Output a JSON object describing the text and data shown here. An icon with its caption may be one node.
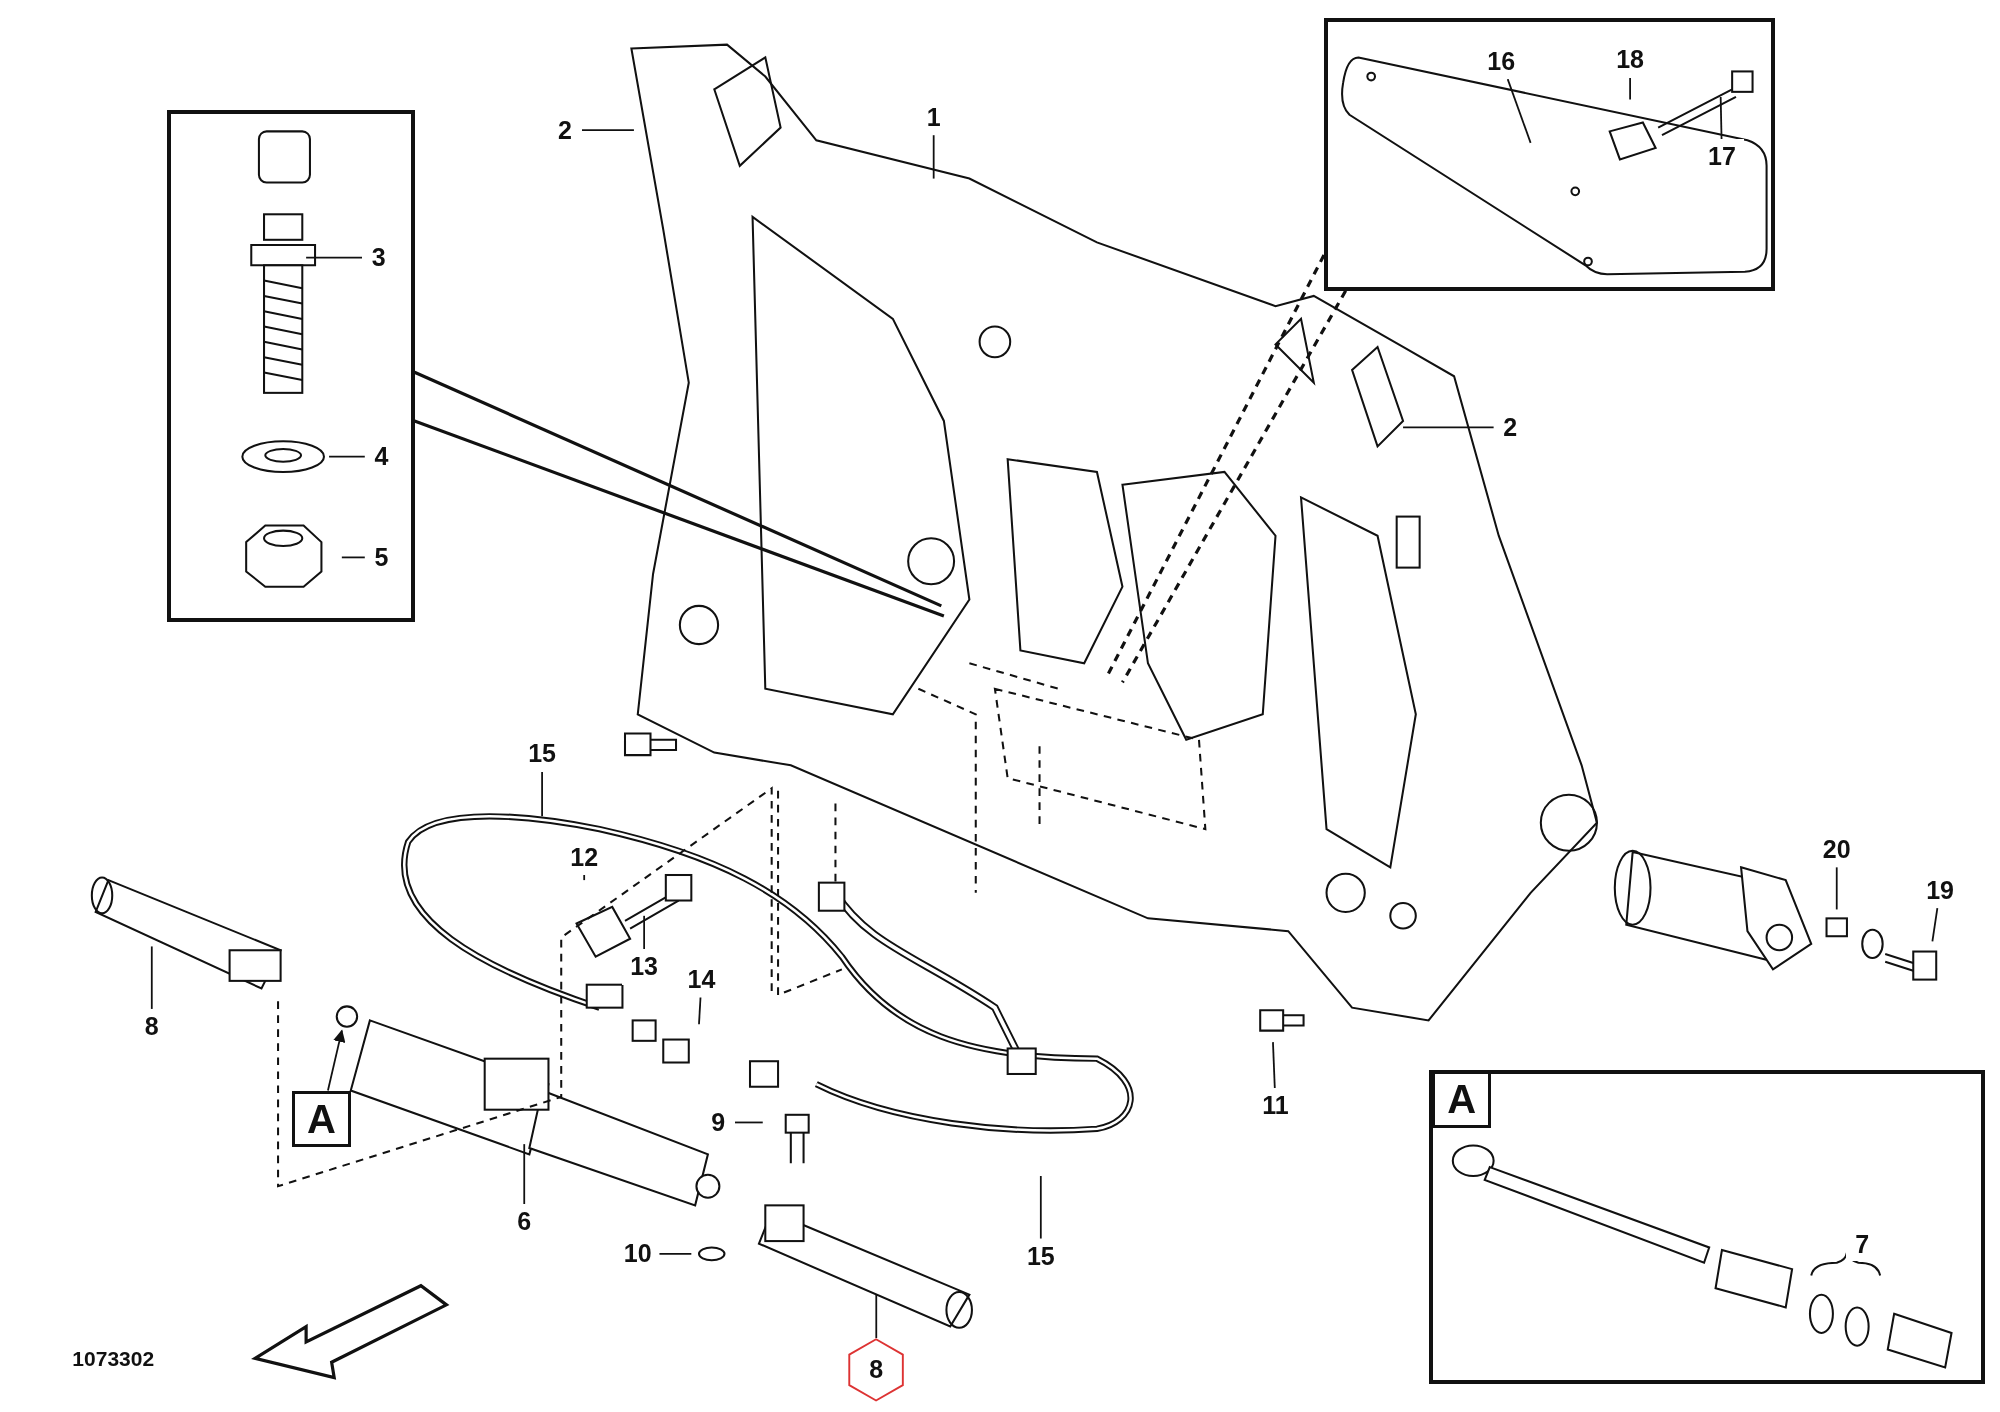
{
  "diagram": {
    "nodes": [
      {
        "text": [],
        "shape": "box"
      },
      {
        "text": [
          "3"
        ],
        "in": 0
      },
      {
        "text": [
          "4"
        ],
        "in": 0
      },
      {
        "text": [
          "5"
        ],
        "in": 0
      },
      {
        "text": [],
        "shape": "box"
      },
      {
        "text": [
          "16"
        ],
        "in": 4
      },
      {
        "text": [
          "18"
        ],
        "in": 4
      },
      {
        "text": [
          "17"
        ],
        "in": 4
      },
      {
        "text": [
          "2"
        ]
      },
      {
        "text": [
          "1"
        ]
      },
      {
        "text": [
          "2"
        ]
      },
      {
        "text": [
          "15"
        ]
      },
      {
        "text": [
          "12"
        ]
      },
      {
        "text": [
          "20"
        ]
      },
      {
        "text": [
          "19"
        ]
      },
      {
        "text": [
          "13"
        ]
      },
      {
        "text": [
          "14"
        ]
      },
      {
        "text": [
          "8"
        ]
      },
      {
        "text": [
          "A"
        ]
      },
      {
        "text": [
          "9"
        ]
      },
      {
        "text": [
          "11"
        ]
      },
      {
        "text": [
          "6"
        ]
      },
      {
        "text": [
          "10"
        ]
      },
      {
        "text": [
          "15"
        ]
      },
      {
        "text": [],
        "shape": "box"
      },
      {
        "text": [
          "A"
        ],
        "in": 24
      },
      {
        "text": [
          "7"
        ],
        "in": 24
      },
      {
        "text": [
          "8"
        ]
      }
    ],
    "edges": [
      {
        "from": 0,
        "to": null,
        "arrow": "none"
      },
      {
        "from": 0,
        "to": null,
        "arrow": "none"
      },
      {
        "from": 1,
        "to": null,
        "arrow": "none"
      },
      {
        "from": 2,
        "to": null,
        "arrow": "none"
      },
      {
        "from": 3,
        "to": null,
        "arrow": "none"
      },
      {
        "from": 4,
        "to": null,
        "arrow": "none",
        "style": "dashed"
      },
      {
        "from": 4,
        "to": null,
        "arrow": "none",
        "style": "dashed"
      },
      {
        "from": 5,
        "to": null,
        "arrow": "none"
      },
      {
        "from": 6,
        "to": null,
        "arrow": "none"
      },
      {
        "from": 7,
        "to": null,
        "arrow": "none"
      },
      {
        "from": 8,
        "to": null,
        "arrow": "none"
      },
      {
        "from": 9,
        "to": null,
        "arrow": "none"
      },
      {
        "from": 10,
        "to": null,
        "arrow": "none"
      },
      {
        "from": 11,
        "to": null,
        "arrow": "none"
      },
      {
        "from": 12,
        "to": null,
        "arrow": "none"
      },
      {
        "from": 13,
        "to": null,
        "arrow": "none"
      },
      {
        "from": 14,
        "to": null,
        "arrow": "none"
      },
      {
        "from": 15,
        "to": null,
        "arrow": "none"
      },
      {
        "from": 16,
        "to": null,
        "arrow": "none"
      },
      {
        "from": 17,
        "to": null,
        "arrow": "none"
      },
      {
        "from": 18,
        "to": null,
        "arrow": "to"
      },
      {
        "from": 19,
        "to": null,
        "arrow": "none"
      },
      {
        "from": 20,
        "to": null,
        "arrow": "none"
      },
      {
        "from": 21,
        "to": null,
        "arrow": "none"
      },
      {
        "from": 22,
        "to": null,
        "arrow": "none"
      },
      {
        "from": 23,
        "to": null,
        "arrow": "none"
      },
      {
        "from": 27,
        "to": null,
        "arrow": "none"
      }
    ],
    "labels": [
      "1073302"
    ]
  }
}
